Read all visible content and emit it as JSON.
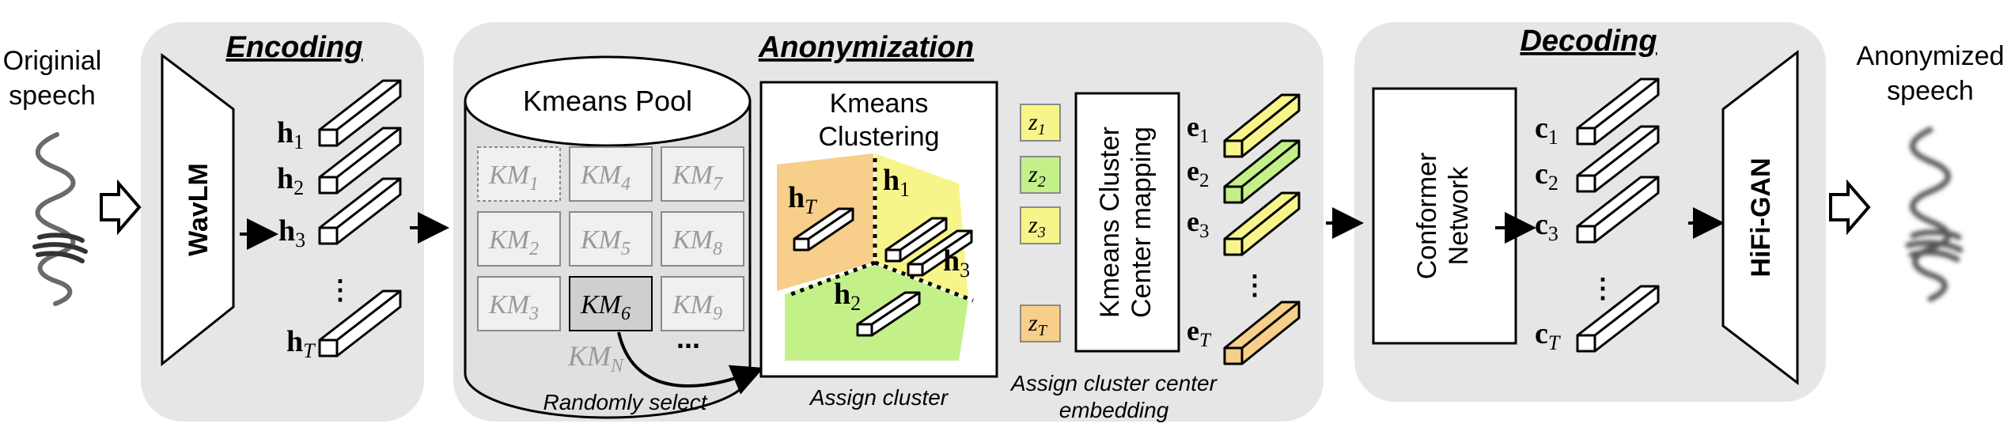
{
  "input": {
    "label_line1": "Originial",
    "label_line2": "speech"
  },
  "output": {
    "label_line1": "Anonymized",
    "label_line2": "speech"
  },
  "encoding": {
    "title": "Encoding",
    "encoder": "WavLM",
    "features": [
      {
        "sym": "h",
        "sub": "1"
      },
      {
        "sym": "h",
        "sub": "2"
      },
      {
        "sym": "h",
        "sub": "3"
      },
      {
        "sym": "h",
        "sub": "T"
      }
    ],
    "ellipsis": "⋮"
  },
  "anonymization": {
    "title": "Anonymization",
    "pool": {
      "title": "Kmeans Pool",
      "models": [
        {
          "sym": "KM",
          "sub": "1"
        },
        {
          "sym": "KM",
          "sub": "4"
        },
        {
          "sym": "KM",
          "sub": "7"
        },
        {
          "sym": "KM",
          "sub": "2"
        },
        {
          "sym": "KM",
          "sub": "5"
        },
        {
          "sym": "KM",
          "sub": "8"
        },
        {
          "sym": "KM",
          "sub": "3"
        },
        {
          "sym": "KM",
          "sub": "6"
        },
        {
          "sym": "KM",
          "sub": "9"
        }
      ],
      "last": {
        "sym": "KM",
        "sub": "N"
      },
      "more": "...",
      "selected": {
        "sym": "KM",
        "sub": "6"
      },
      "caption": "Randomly select"
    },
    "clustering": {
      "title_line1": "Kmeans",
      "title_line2": "Clustering",
      "labels": [
        {
          "sym": "h",
          "sub": "T"
        },
        {
          "sym": "h",
          "sub": "1"
        },
        {
          "sym": "h",
          "sub": "2"
        },
        {
          "sym": "h",
          "sub": "3"
        }
      ],
      "caption": "Assign cluster"
    },
    "cluster_ids": [
      {
        "sym": "z",
        "sub": "1"
      },
      {
        "sym": "z",
        "sub": "2"
      },
      {
        "sym": "z",
        "sub": "3"
      },
      {
        "sym": "z",
        "sub": "T"
      }
    ],
    "mapping": {
      "line1": "Kmeans Cluster",
      "line2": "Center mapping"
    },
    "embeddings": [
      {
        "sym": "e",
        "sub": "1"
      },
      {
        "sym": "e",
        "sub": "2"
      },
      {
        "sym": "e",
        "sub": "3"
      },
      {
        "sym": "e",
        "sub": "T"
      }
    ],
    "ellipsis": "⋮",
    "caption_line1": "Assign cluster center",
    "caption_line2": "embedding"
  },
  "decoding": {
    "title": "Decoding",
    "network_line1": "Conformer",
    "network_line2": "Network",
    "outputs": [
      {
        "sym": "c",
        "sub": "1"
      },
      {
        "sym": "c",
        "sub": "2"
      },
      {
        "sym": "c",
        "sub": "3"
      },
      {
        "sym": "c",
        "sub": "T"
      }
    ],
    "ellipsis": "⋮",
    "vocoder": "HiFi-GAN"
  },
  "colors": {
    "panel": "#e6e6e6",
    "yellow": "#f7f58a",
    "green": "#c4f08a",
    "orange": "#f7cf8a",
    "selected_gray": "#cfcfcf",
    "stroke": "#000000",
    "muted_text": "#9a9a9a"
  }
}
